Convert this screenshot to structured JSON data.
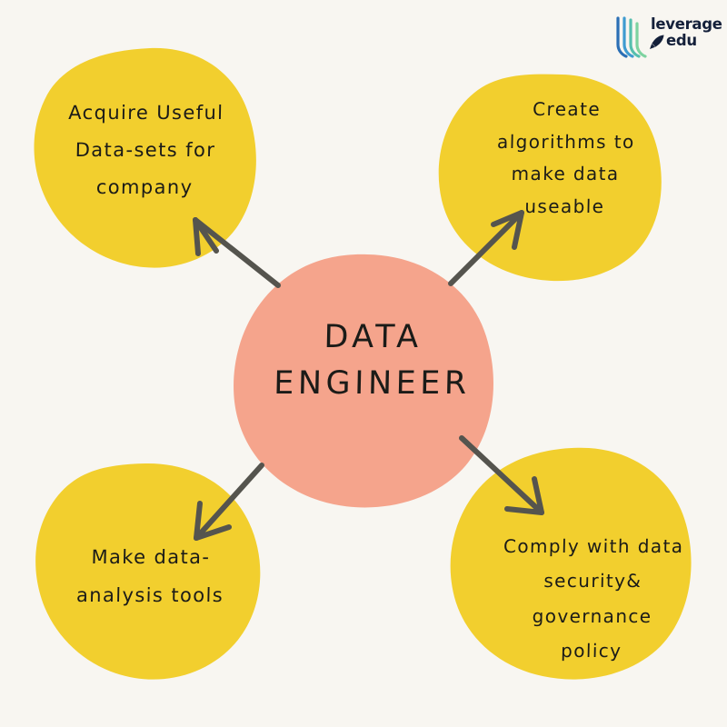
{
  "page": {
    "title": "Data Engineer role responsibilities mind map",
    "background_color": "#f8f6f1"
  },
  "brand": {
    "name_line_1": "leverage",
    "name_line_2": "edu",
    "mark_icon": "book-pages-icon",
    "rocket_icon": "rocket-icon",
    "text_color": "#14203a",
    "mark_colors": [
      "#2b6fb5",
      "#3f9bd0",
      "#55bfae",
      "#7ed3a0"
    ]
  },
  "colors": {
    "bubble_yellow": "#f2cf2e",
    "bubble_salmon": "#f5a48c",
    "arrow": "#55544e",
    "text": "#1b1b18",
    "background": "#f8f6f1"
  },
  "center_node": {
    "id": "data-engineer",
    "label": "DATA\nENGINEER",
    "color": "#f5a48c"
  },
  "nodes": [
    {
      "id": "acquire-datasets",
      "position": "top-left",
      "label": "Acquire Useful\nData-sets for\ncompany",
      "color": "#f2cf2e"
    },
    {
      "id": "create-algorithms",
      "position": "top-right",
      "label": "Create\nalgorithms to\nmake data\nuseable",
      "color": "#f2cf2e"
    },
    {
      "id": "analysis-tools",
      "position": "bottom-left",
      "label": "Make data-\nanalysis tools",
      "color": "#f2cf2e"
    },
    {
      "id": "comply-policy",
      "position": "bottom-right",
      "label": "Comply with data\nsecurity& governance\npolicy",
      "color": "#f2cf2e"
    }
  ],
  "arrows": [
    {
      "id": "arrow-to-acquire-datasets",
      "from": "data-engineer",
      "to": "acquire-datasets",
      "direction": "up-left"
    },
    {
      "id": "arrow-to-create-algorithms",
      "from": "data-engineer",
      "to": "create-algorithms",
      "direction": "up-right"
    },
    {
      "id": "arrow-to-analysis-tools",
      "from": "data-engineer",
      "to": "analysis-tools",
      "direction": "down-left"
    },
    {
      "id": "arrow-to-comply-policy",
      "from": "data-engineer",
      "to": "comply-policy",
      "direction": "down-right"
    }
  ]
}
